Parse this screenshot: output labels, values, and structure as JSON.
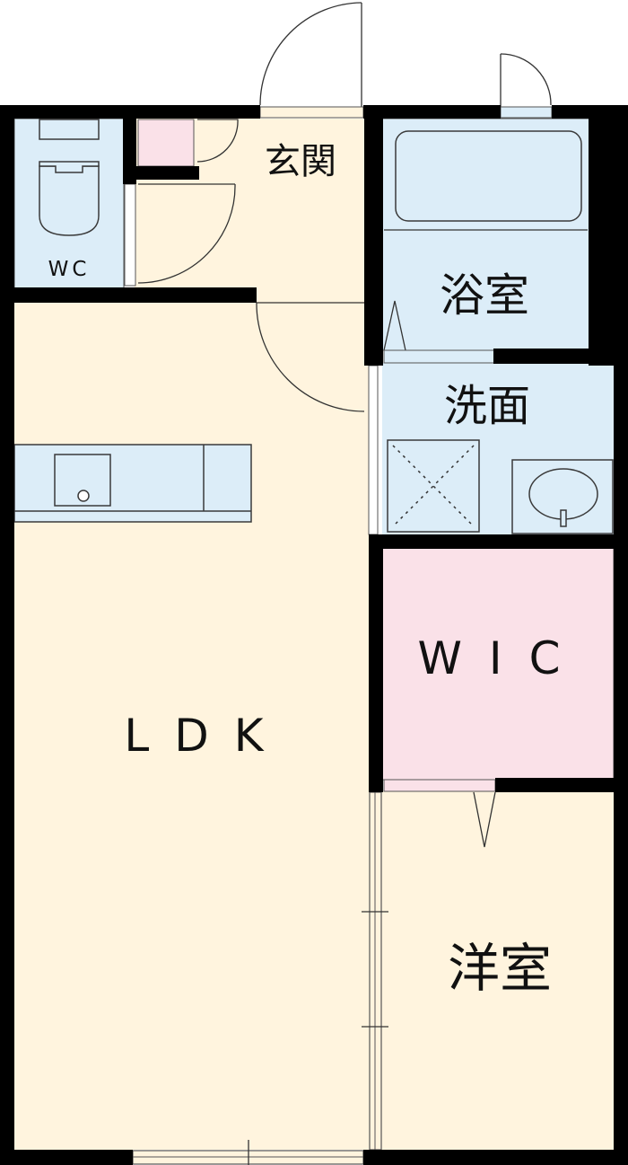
{
  "floor_plan": {
    "rooms": {
      "entrance": {
        "label": "玄関"
      },
      "toilet": {
        "label": "WC"
      },
      "bathroom": {
        "label": "浴室"
      },
      "washroom": {
        "label": "洗面"
      },
      "walk_in_closet": {
        "label": "WIC"
      },
      "ldk": {
        "label": "LDK"
      },
      "western_room": {
        "label": "洋室"
      }
    },
    "colors": {
      "living": "#fff4de",
      "wet": "#dcedf8",
      "storage": "#fae1e8",
      "wall": "#000000"
    }
  }
}
